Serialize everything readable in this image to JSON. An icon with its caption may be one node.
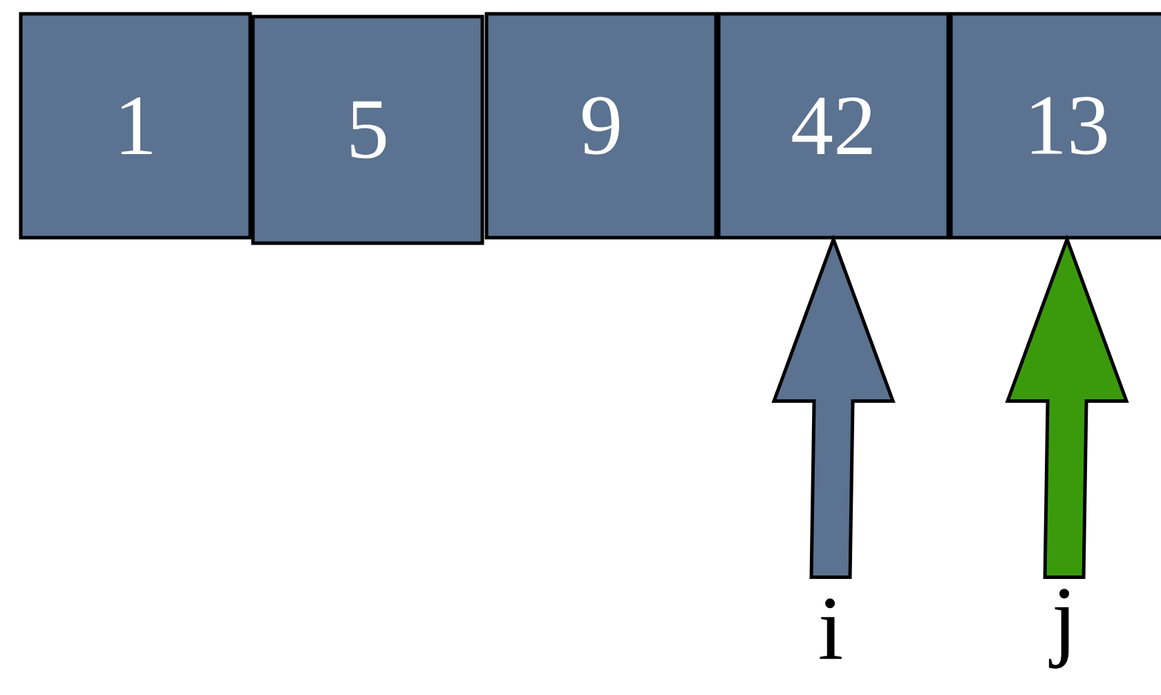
{
  "diagram": {
    "nodes": [
      {
        "text": [
          "1"
        ]
      },
      {
        "text": [
          "5"
        ]
      },
      {
        "text": [
          "9"
        ]
      },
      {
        "text": [
          "42"
        ]
      },
      {
        "text": [
          "13"
        ]
      },
      {
        "text": [
          "i"
        ]
      },
      {
        "text": [
          "j"
        ]
      }
    ],
    "edges": [
      {
        "from": 5,
        "to": 3,
        "arrow": "to",
        "color": "#5b7290"
      },
      {
        "from": 6,
        "to": 4,
        "arrow": "to",
        "color": "#3b9a0c"
      }
    ]
  }
}
